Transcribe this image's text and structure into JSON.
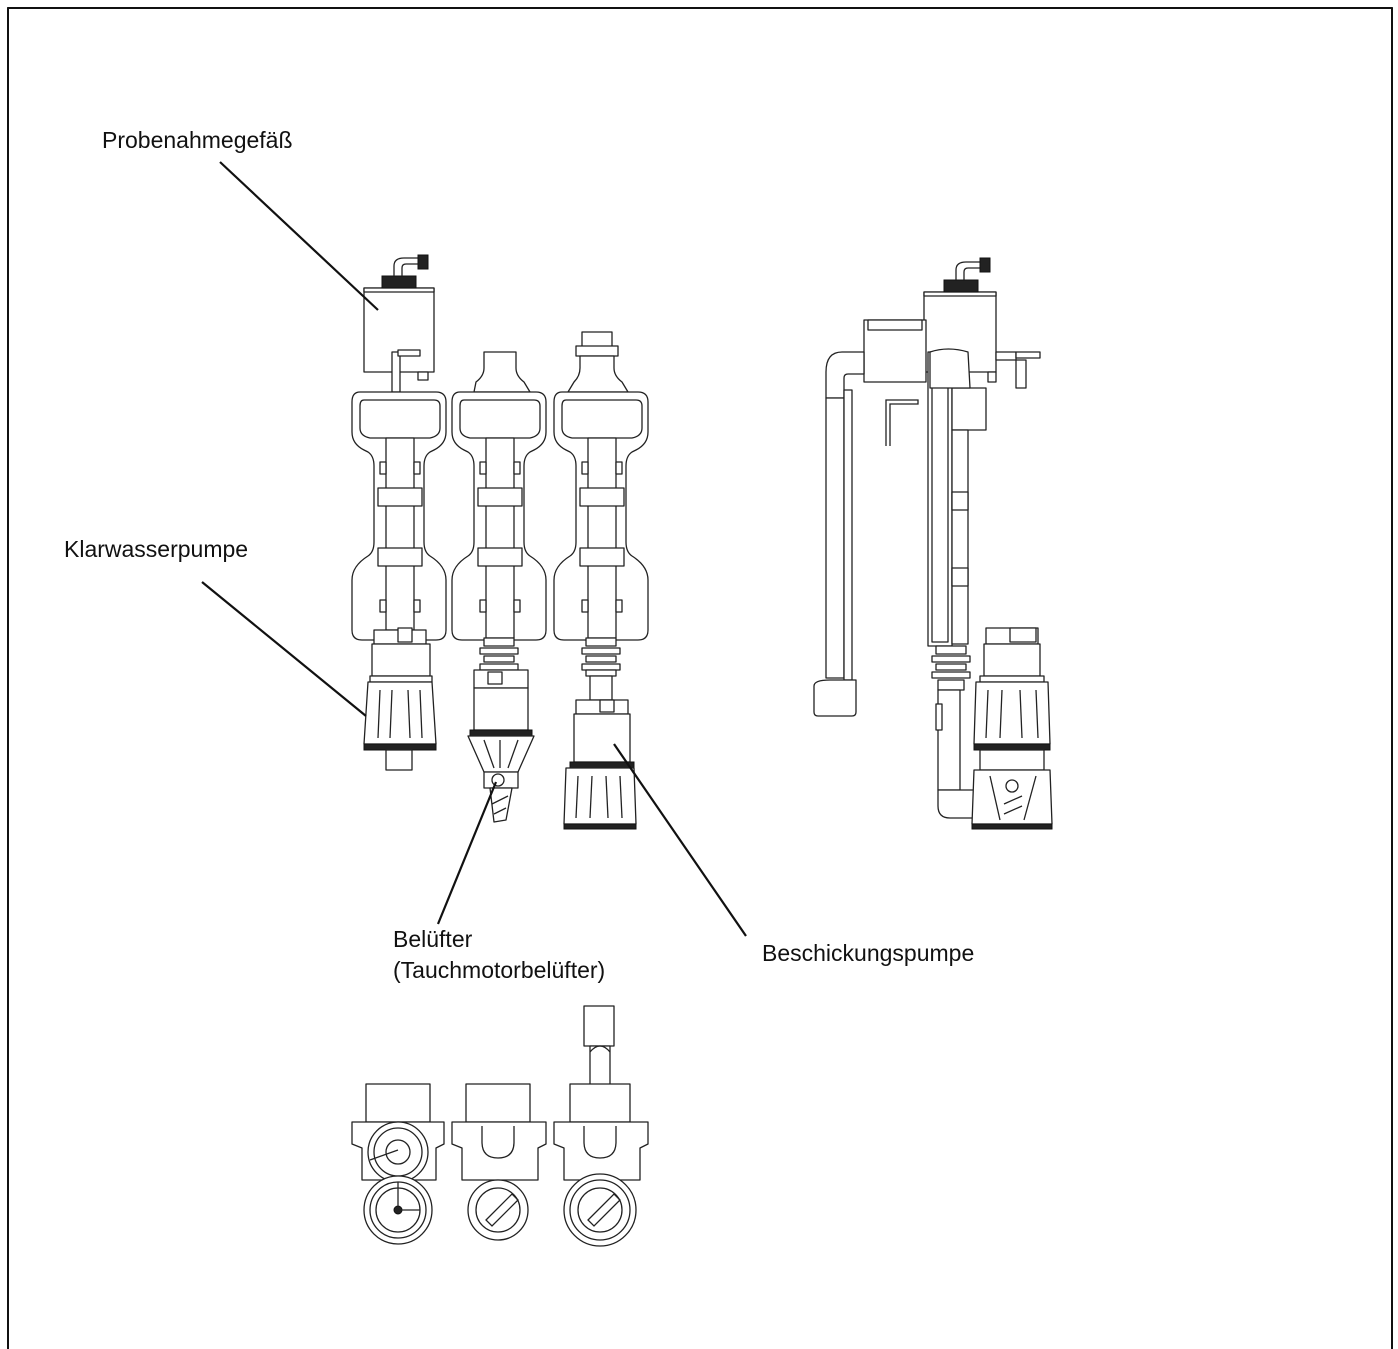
{
  "labels": {
    "probenahmegefaess": "Probenahmegefäß",
    "klarwasserpumpe": "Klarwasserpumpe",
    "belufter_line1": "Belüfter",
    "belufter_line2": "(Tauchmotorbelüfter)",
    "beschickungspumpe": "Beschickungspumpe"
  }
}
